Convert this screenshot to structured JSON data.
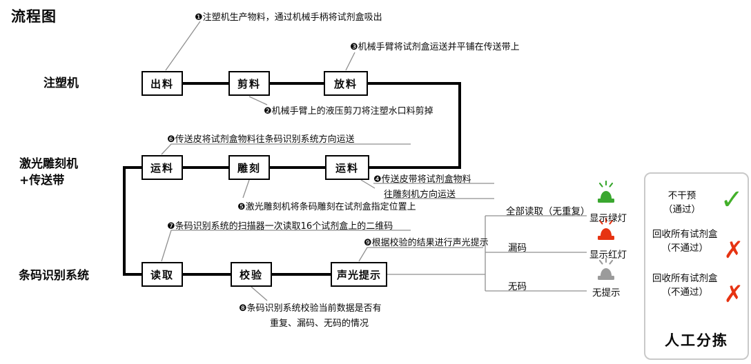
{
  "title": "流程图",
  "stages": {
    "injection": "注塑机",
    "laser_line1": "激光雕刻机",
    "laser_line2": "+传送带",
    "barcode": "条码识别系统"
  },
  "boxes": {
    "discharge": "出料",
    "cutting": "剪料",
    "placing": "放料",
    "transport_a": "运料",
    "engraving": "雕刻",
    "transport_b": "运料",
    "reading": "读取",
    "verification": "校验",
    "alert": "声光提示"
  },
  "annotations": {
    "a1": "❶注塑机生产物料，通过机械手柄将试剂盒吸出",
    "a2": "❷机械手臂上的液压剪刀将注塑水口料剪掉",
    "a3": "❸机械手臂将试剂盒运送并平铺在传送带上",
    "a4_line1": "❹传送皮带将试剂盒物料",
    "a4_line2": "往雕刻机方向运送",
    "a5": "❺激光雕刻机将条码雕刻在试剂盒指定位置上",
    "a6": "❻传送皮将试剂盒物料往条码识别系统方向运送",
    "a7": "❼条码识别系统的扫描器一次读取16个试剂盒上的二维码",
    "a8_line1": "❽条码识别系统校验当前数据是否有",
    "a8_line2": "重复、漏码、无码的情况",
    "a9": "❾根据校验的结果进行声光提示"
  },
  "outcomes": [
    {
      "condition": "全部读取（无重复）",
      "status": "显示绿灯",
      "light_color": "#3aa72f"
    },
    {
      "condition": "漏码",
      "status": "显示红灯",
      "light_color": "#e63312"
    },
    {
      "condition": "无码",
      "status": "无提示",
      "light_color": "#9b9b9b"
    }
  ],
  "panel": {
    "items": [
      {
        "line1": "不干预",
        "line2": "（通过）",
        "mark": "✓",
        "mark_color": "#43b02a"
      },
      {
        "line1": "回收所有试剂盒",
        "line2": "（不通过）",
        "mark": "✗",
        "mark_color": "#e63312"
      },
      {
        "line1": "回收所有试剂盒",
        "line2": "（不通过）",
        "mark": "✗",
        "mark_color": "#e63312"
      }
    ],
    "title": "人工分拣"
  }
}
